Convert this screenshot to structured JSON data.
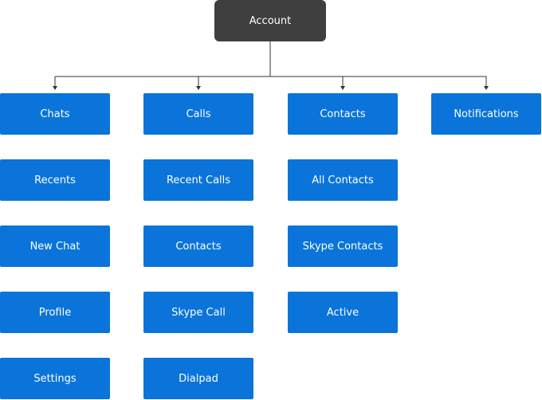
{
  "root": {
    "label": "Account"
  },
  "columns": [
    {
      "header": "Chats",
      "items": [
        "Recents",
        "New Chat",
        "Profile",
        "Settings"
      ]
    },
    {
      "header": "Calls",
      "items": [
        "Recent Calls",
        "Contacts",
        "Skype Call",
        "Dialpad"
      ]
    },
    {
      "header": "Contacts",
      "items": [
        "All Contacts",
        "Skype Contacts",
        "Active"
      ]
    },
    {
      "header": "Notifications",
      "items": []
    }
  ],
  "colors": {
    "root": "#3f3f3f",
    "node": "#0a74da",
    "connector": "#333333"
  }
}
